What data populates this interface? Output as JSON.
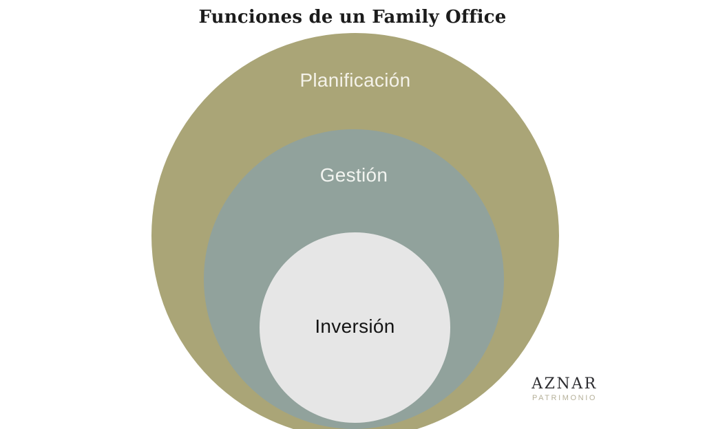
{
  "title": {
    "text": "Funciones de un Family Office",
    "color": "#1c1c1c"
  },
  "diagram": {
    "type": "nested-circles",
    "description": "Concentric onion diagram of Family Office functions, outermost to innermost",
    "levels": [
      {
        "label": "Planificación",
        "fill": "#aaa577",
        "label_color": "#f4f2e9"
      },
      {
        "label": "Gestión",
        "fill": "#91a29c",
        "label_color": "#f2f4f0"
      },
      {
        "label": "Inversión",
        "fill": "#e6e6e6",
        "label_color": "#141414"
      }
    ]
  },
  "logo": {
    "name": "AZNAR",
    "subtitle": "PATRIMONIO",
    "name_color": "#2c2c30",
    "subtitle_color": "#b5b099"
  }
}
